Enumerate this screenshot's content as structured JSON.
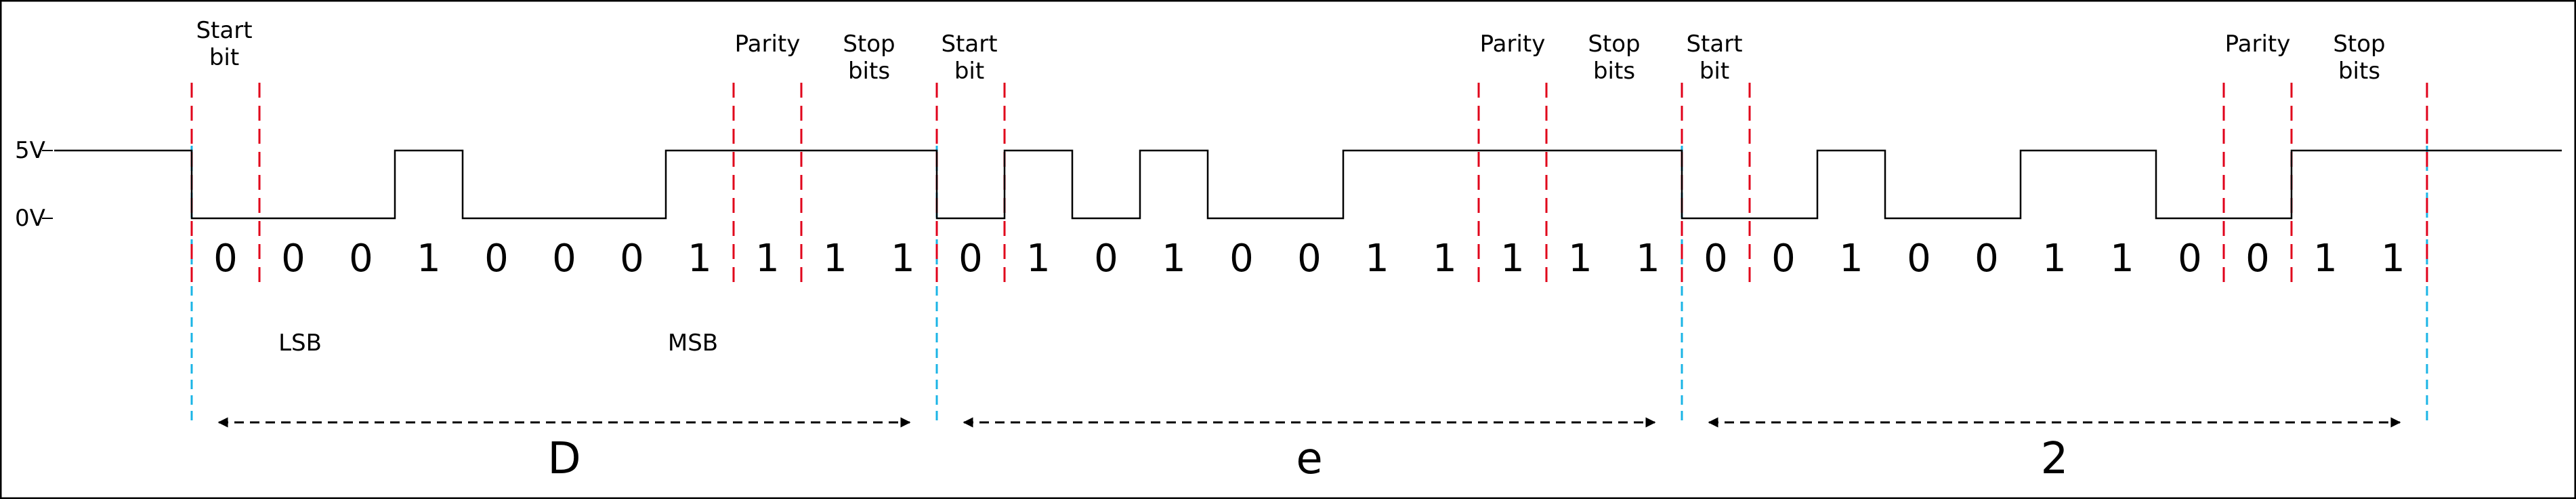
{
  "voltage_levels": {
    "high": "5V",
    "low": "0V"
  },
  "frames": [
    {
      "character": "D",
      "start_label": [
        "Start",
        "bit"
      ],
      "parity_label": "Parity",
      "stop_label": [
        "Stop",
        "bits"
      ],
      "bits": [
        "0",
        "0",
        "0",
        "1",
        "0",
        "0",
        "0",
        "1",
        "1",
        "1",
        "1"
      ],
      "lsb_label": "LSB",
      "msb_label": "MSB"
    },
    {
      "character": "e",
      "start_label": [
        "Start",
        "bit"
      ],
      "parity_label": "Parity",
      "stop_label": [
        "Stop",
        "bits"
      ],
      "bits": [
        "0",
        "1",
        "0",
        "1",
        "0",
        "0",
        "1",
        "1",
        "1",
        "1",
        "1"
      ]
    },
    {
      "character": "2",
      "start_label": [
        "Start",
        "bit"
      ],
      "parity_label": "Parity",
      "stop_label": [
        "Stop",
        "bits"
      ],
      "bits": [
        "0",
        "0",
        "1",
        "0",
        "0",
        "1",
        "1",
        "0",
        "0",
        "1",
        "1"
      ]
    }
  ],
  "colors": {
    "signal": "#000000",
    "boundary_marker": "#e0001a",
    "frame_divider": "#1ab4e6",
    "border": "#000000"
  }
}
